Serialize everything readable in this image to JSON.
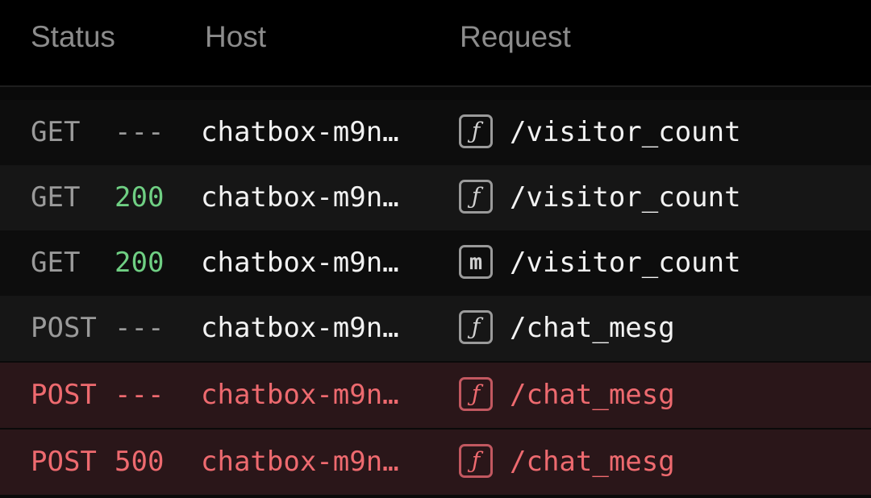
{
  "header": {
    "status": "Status",
    "host": "Host",
    "request": "Request"
  },
  "colors": {
    "ok": "#6fcf83",
    "error": "#ee6a6f",
    "error_row_bg": "#2a1619"
  },
  "rows": [
    {
      "method": "GET",
      "code": "---",
      "host": "chatbox-m9n…",
      "badge": "ƒ",
      "badge_icon": "function-icon",
      "path": "/visitor_count",
      "state": "pending"
    },
    {
      "method": "GET",
      "code": "200",
      "host": "chatbox-m9n…",
      "badge": "ƒ",
      "badge_icon": "function-icon",
      "path": "/visitor_count",
      "state": "ok"
    },
    {
      "method": "GET",
      "code": "200",
      "host": "chatbox-m9n…",
      "badge": "m",
      "badge_icon": "middleware-icon",
      "path": "/visitor_count",
      "state": "ok"
    },
    {
      "method": "POST",
      "code": "---",
      "host": "chatbox-m9n…",
      "badge": "ƒ",
      "badge_icon": "function-icon",
      "path": "/chat_mesg",
      "state": "pending"
    },
    {
      "method": "POST",
      "code": "---",
      "host": "chatbox-m9n…",
      "badge": "ƒ",
      "badge_icon": "function-icon",
      "path": "/chat_mesg",
      "state": "error"
    },
    {
      "method": "POST",
      "code": "500",
      "host": "chatbox-m9n…",
      "badge": "ƒ",
      "badge_icon": "function-icon",
      "path": "/chat_mesg",
      "state": "error"
    }
  ]
}
